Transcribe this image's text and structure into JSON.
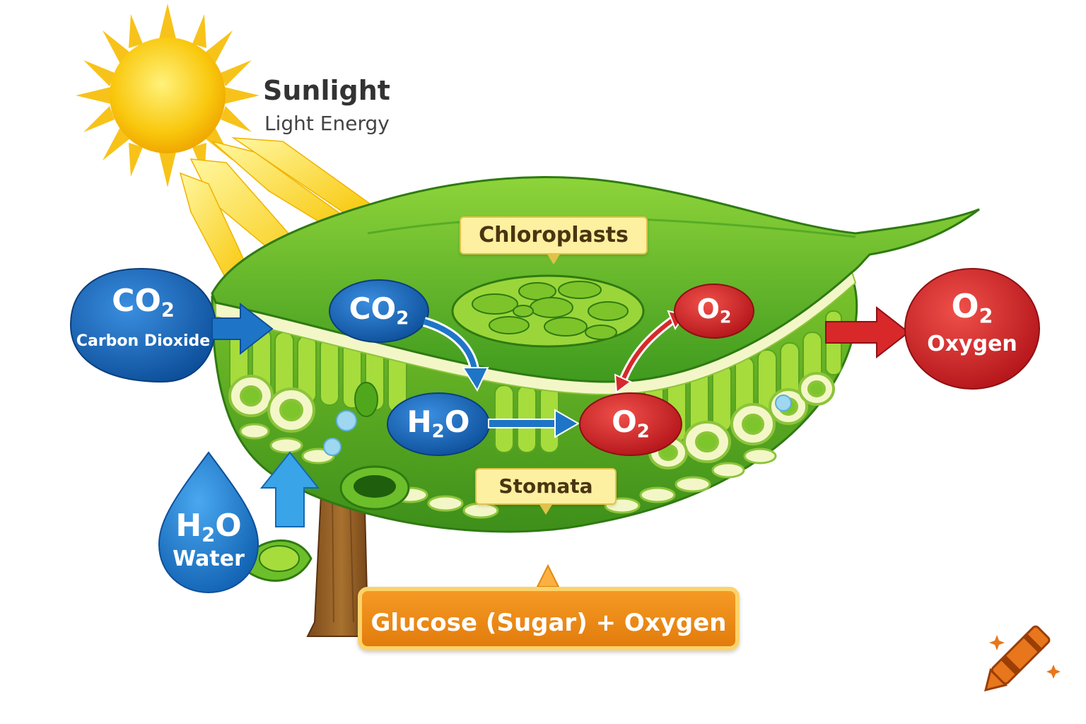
{
  "sunlight": {
    "title": "Sunlight",
    "subtitle": "Light Energy"
  },
  "co2_outside": {
    "formula": "CO",
    "subscript": "2",
    "name": "Carbon Dioxide"
  },
  "co2_inside": {
    "formula": "CO",
    "subscript": "2"
  },
  "h2o_inside": {
    "formula_a": "H",
    "subscript": "2",
    "formula_b": "O"
  },
  "h2o_drop": {
    "formula_a": "H",
    "subscript": "2",
    "formula_b": "O",
    "name": "Water"
  },
  "o2_upper": {
    "formula": "O",
    "subscript": "2"
  },
  "o2_lower": {
    "formula": "O",
    "subscript": "2"
  },
  "o2_outside": {
    "formula": "O",
    "subscript": "2",
    "name": "Oxygen"
  },
  "chloroplasts_label": "Chloroplasts",
  "stomata_label": "Stomata",
  "product_label": "Glucose (Sugar) + Oxygen",
  "colors": {
    "co2_blue": "#1565b8",
    "water_blue": "#1e88d8",
    "oxygen_red": "#d8282a",
    "leaf_green": "#5cb82a",
    "sun_yellow": "#f9c80e",
    "product_orange": "#ef8a12"
  },
  "icons": [
    "sun-icon",
    "arrow-right-icon",
    "arrow-up-icon",
    "crayon-icon",
    "sparkle-icon"
  ]
}
